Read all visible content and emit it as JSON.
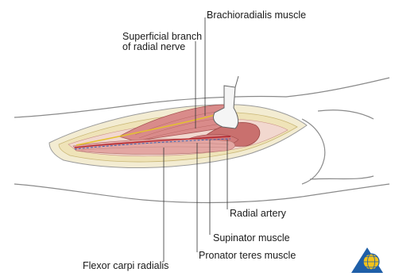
{
  "labels": {
    "brachioradialis": "Brachioradialis muscle",
    "superficial_branch": "Superficial branch\nof radial nerve",
    "radial_artery": "Radial artery",
    "supinator": "Supinator muscle",
    "pronator_teres": "Pronator teres muscle",
    "flexor_carpi_radialis": "Flexor carpi radialis"
  },
  "colors": {
    "muscle": "#d98b8a",
    "muscle_dark": "#b4504f",
    "nerve": "#e3c030",
    "artery": "#b3222b",
    "vein": "#3a5fb0",
    "fat": "#efe3b8",
    "outline": "#8a8a8a",
    "leader": "#333333",
    "logo_blue": "#1f5fa8",
    "logo_yellow": "#f2c21a"
  },
  "logo": {
    "name": "ao-foundation-logo"
  }
}
